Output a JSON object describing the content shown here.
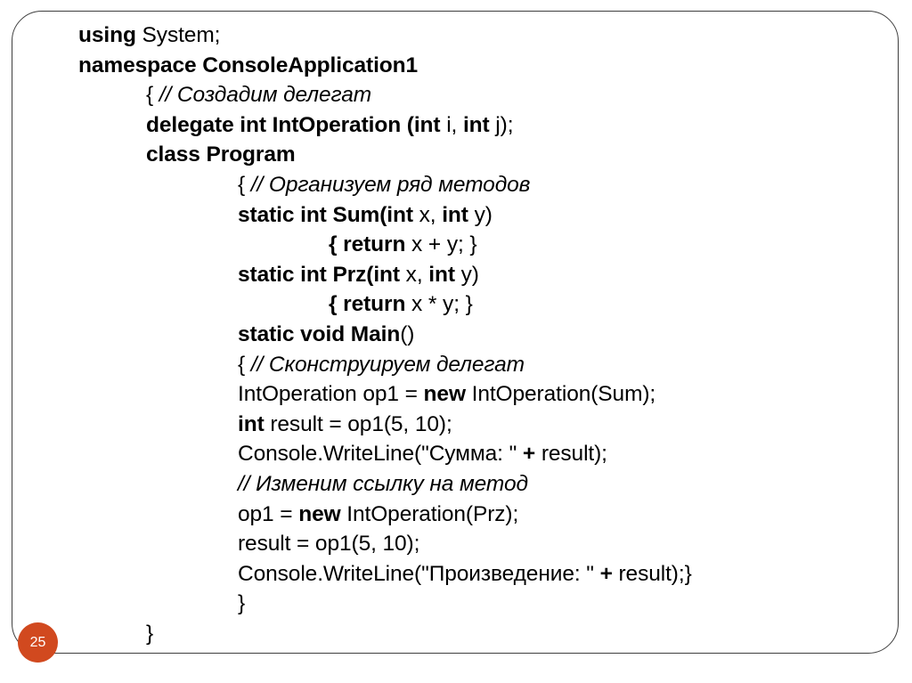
{
  "slide": {
    "page_number": "25",
    "frame_border_color": "#3f3f3f",
    "badge_color": "#d1491f",
    "background_color": "#ffffff",
    "text_color": "#000000"
  },
  "code": {
    "language": "C#",
    "lines": [
      {
        "indent": 0,
        "parts": [
          {
            "text": "using ",
            "style": "bold"
          },
          {
            "text": "System;",
            "style": "plain"
          }
        ]
      },
      {
        "indent": 0,
        "parts": [
          {
            "text": "namespace ConsoleApplication1",
            "style": "bold"
          }
        ]
      },
      {
        "indent": 1,
        "parts": [
          {
            "text": "{ ",
            "style": "plain"
          },
          {
            "text": "// Создадим делегат",
            "style": "italic"
          }
        ]
      },
      {
        "indent": 1,
        "parts": [
          {
            "text": "delegate int IntOperation (int ",
            "style": "bold"
          },
          {
            "text": "i, ",
            "style": "plain"
          },
          {
            "text": "int ",
            "style": "bold"
          },
          {
            "text": "j);",
            "style": "plain"
          }
        ]
      },
      {
        "indent": 1,
        "parts": [
          {
            "text": "class Program",
            "style": "bold"
          }
        ]
      },
      {
        "indent": 2,
        "parts": [
          {
            "text": "{ ",
            "style": "plain"
          },
          {
            "text": "// Организуем ряд методов",
            "style": "italic"
          }
        ]
      },
      {
        "indent": 2,
        "parts": [
          {
            "text": "static int Sum(int ",
            "style": "bold"
          },
          {
            "text": "x, ",
            "style": "plain"
          },
          {
            "text": "int ",
            "style": "bold"
          },
          {
            "text": "y)",
            "style": "plain"
          }
        ]
      },
      {
        "indent": 3,
        "parts": [
          {
            "text": "{ return ",
            "style": "bold"
          },
          {
            "text": "x + y; }",
            "style": "plain"
          }
        ]
      },
      {
        "indent": 2,
        "parts": [
          {
            "text": "static int Prz(int ",
            "style": "bold"
          },
          {
            "text": "x, ",
            "style": "plain"
          },
          {
            "text": "int ",
            "style": "bold"
          },
          {
            "text": "y)",
            "style": "plain"
          }
        ]
      },
      {
        "indent": 3,
        "parts": [
          {
            "text": "{ return ",
            "style": "bold"
          },
          {
            "text": "x * y; }",
            "style": "plain"
          }
        ]
      },
      {
        "indent": 2,
        "parts": [
          {
            "text": "static void Main",
            "style": "bold"
          },
          {
            "text": "()",
            "style": "plain"
          }
        ]
      },
      {
        "indent": 2,
        "parts": [
          {
            "text": "{ ",
            "style": "plain"
          },
          {
            "text": "// Сконструируем делегат",
            "style": "italic"
          }
        ]
      },
      {
        "indent": 2,
        "parts": [
          {
            "text": "IntOperation op1 = ",
            "style": "plain"
          },
          {
            "text": "new ",
            "style": "bold"
          },
          {
            "text": "IntOperation(Sum);",
            "style": "plain"
          }
        ]
      },
      {
        "indent": 2,
        "parts": [
          {
            "text": "int ",
            "style": "bold"
          },
          {
            "text": "result = op1(5, 10);",
            "style": "plain"
          }
        ]
      },
      {
        "indent": 2,
        "parts": [
          {
            "text": "Console.WriteLine(\"Сумма: \" ",
            "style": "plain"
          },
          {
            "text": "+ ",
            "style": "bold"
          },
          {
            "text": "result);",
            "style": "plain"
          }
        ]
      },
      {
        "indent": 2,
        "parts": [
          {
            "text": "// Изменим ссылку на метод",
            "style": "italic"
          }
        ]
      },
      {
        "indent": 2,
        "parts": [
          {
            "text": "op1 = ",
            "style": "plain"
          },
          {
            "text": "new ",
            "style": "bold"
          },
          {
            "text": "IntOperation(Prz);",
            "style": "plain"
          }
        ]
      },
      {
        "indent": 2,
        "parts": [
          {
            "text": "result = op1(5, 10);",
            "style": "plain"
          }
        ]
      },
      {
        "indent": 2,
        "parts": [
          {
            "text": "Console.WriteLine(\"Произведение: \" ",
            "style": "plain"
          },
          {
            "text": "+ ",
            "style": "bold"
          },
          {
            "text": "result);}",
            "style": "plain"
          }
        ]
      },
      {
        "indent": 2,
        "parts": [
          {
            "text": "}",
            "style": "plain"
          }
        ]
      },
      {
        "indent": 1,
        "parts": [
          {
            "text": "}",
            "style": "plain"
          }
        ]
      }
    ]
  }
}
